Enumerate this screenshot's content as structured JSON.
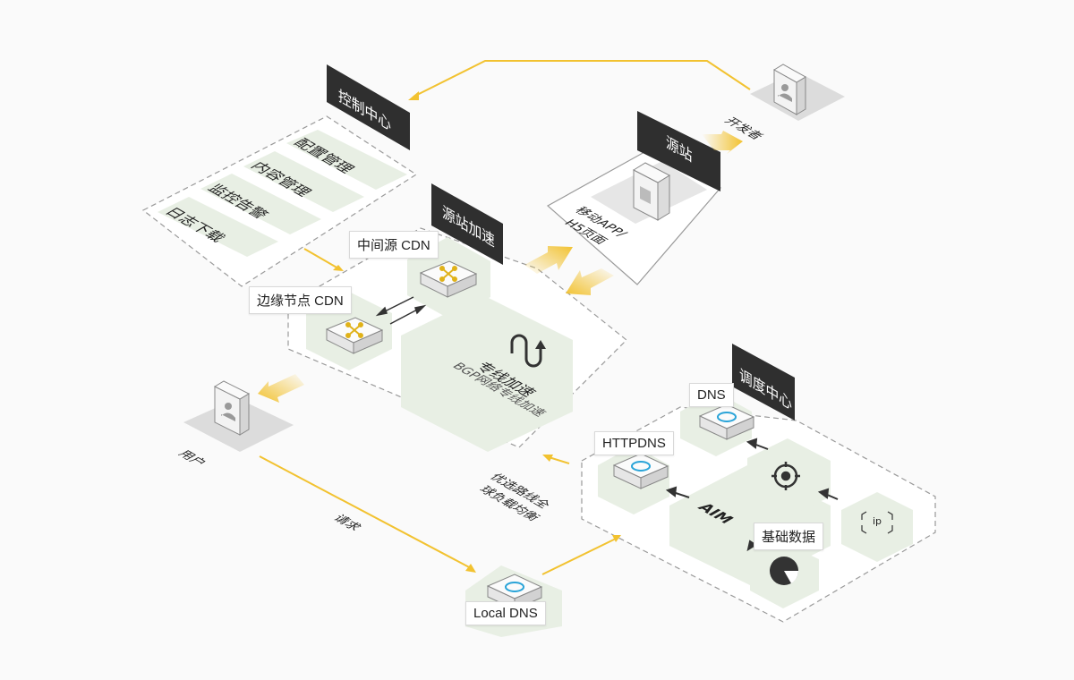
{
  "diagram": {
    "control_center": {
      "title": "控制中心",
      "items": [
        "配置管理",
        "内容管理",
        "监控告警",
        "日志下载"
      ]
    },
    "origin": {
      "title": "源站",
      "content": [
        "移动APP/",
        "H5页面"
      ]
    },
    "developer": "开发者",
    "origin_acceleration": {
      "title": "源站加速",
      "intermediate_cdn": "中间源 CDN",
      "edge_cdn": "边缘节点 CDN",
      "dedicated_line": "专线加速",
      "dedicated_line_sub": "BGP网络专线加速"
    },
    "user": "用户",
    "request": "请求",
    "local_dns": "Local DNS",
    "gslb_label": [
      "优选路线全",
      "球负载均衡"
    ],
    "scheduling_center": {
      "title": "调度中心",
      "dns": "DNS",
      "httpdns": "HTTPDNS",
      "aim": "AIM",
      "ip_icon_text": "ip",
      "basic_data": "基础数据"
    },
    "colors": {
      "dark_header": "#2f2f2f",
      "pale_green": "#e8efe4",
      "arrow_yellow": "#f2c230",
      "dns_blue": "#2aa4d8",
      "cdn_gold": "#e0b21a"
    }
  }
}
